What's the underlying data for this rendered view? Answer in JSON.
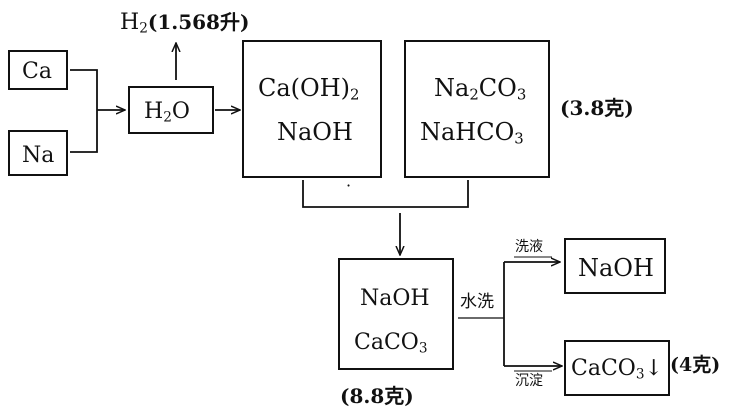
{
  "reactants": {
    "ca": "Ca",
    "na": "Na"
  },
  "water": {
    "main": "H",
    "sub": "2",
    "rest": "O"
  },
  "hydrogen": {
    "main": "H",
    "sub": "2",
    "amount": "(1.568升)"
  },
  "hydroxides": {
    "line1_main": "Ca(OH)",
    "line1_sub": "2",
    "line2": "NaOH"
  },
  "carbonates": {
    "line1_a": "Na",
    "line1_a_sub": "2",
    "line1_b": "CO",
    "line1_b_sub": "3",
    "line2_main": "NaHCO",
    "line2_sub": "3",
    "amount": "(3.8克)"
  },
  "mixture": {
    "line1": "NaOH",
    "line2_main": "CaCO",
    "line2_sub": "3",
    "amount": "(8.8克)"
  },
  "process": {
    "wash": "水洗",
    "washing_liquid": "洗液",
    "precipitate": "沉淀"
  },
  "products": {
    "naoh": "NaOH",
    "caco3_main": "CaCO",
    "caco3_sub": "3",
    "caco3_arrow": "↓",
    "caco3_amount": "(4克)"
  },
  "decor": {
    "dot": "·"
  }
}
